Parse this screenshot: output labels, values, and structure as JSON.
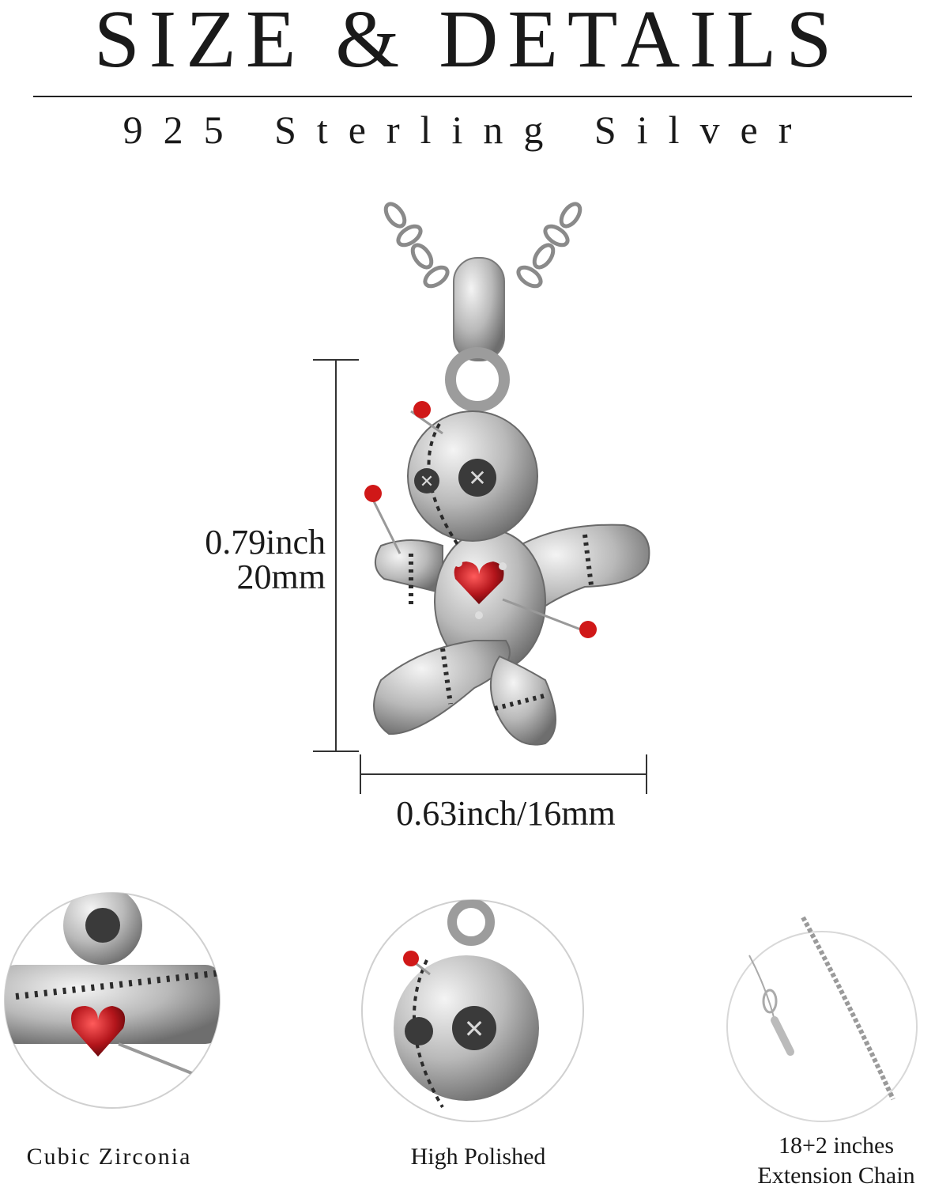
{
  "header": {
    "title": "SIZE & DETAILS",
    "subtitle": "925 Sterling Silver"
  },
  "dimensions": {
    "height_inch": "0.79inch",
    "height_mm": "20mm",
    "width": "0.63inch/16mm"
  },
  "features": [
    {
      "label": "Cubic Zirconia"
    },
    {
      "label": "High Polished"
    },
    {
      "label_line1": "18+2 inches",
      "label_line2": "Extension Chain"
    }
  ],
  "colors": {
    "silver": "#b8b8b8",
    "dark_stitch": "#2b2b2b",
    "gem_red": "#b3151b",
    "pin_red": "#d01818"
  },
  "icons": [
    "voodoo-doll-pendant",
    "cable-chain",
    "lobster-clasp"
  ]
}
